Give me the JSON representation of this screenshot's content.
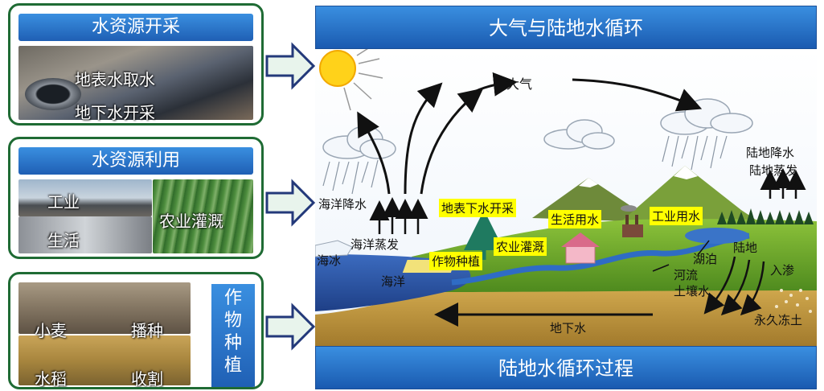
{
  "left_panels": [
    {
      "title": "水资源开采",
      "labels": [
        "地表水取水",
        "地下水开采"
      ]
    },
    {
      "title": "水资源利用",
      "labels": [
        "工业",
        "生活",
        "农业灌溉"
      ]
    },
    {
      "title": "作物种植",
      "labels": [
        "小麦",
        "播种",
        "水稻",
        "收割"
      ]
    }
  ],
  "diagram": {
    "top_title": "大气与陆地水循环",
    "bottom_title": "陆地水循环过程",
    "labels": {
      "atmosphere": "大气",
      "land_precip": "陆地降水",
      "land_evap": "陆地蒸发",
      "ocean_precip": "海洋降水",
      "ocean_evap": "海洋蒸发",
      "sea_ice": "海冰",
      "ocean": "海洋",
      "lake": "湖泊",
      "land": "陆地",
      "infiltration": "入渗",
      "river": "河流",
      "soil_water": "土壤水",
      "groundwater": "地下水",
      "permafrost": "永久冻土"
    },
    "highlights": {
      "extraction": "地表下水开采",
      "domestic": "生活用水",
      "industrial": "工业用水",
      "irrigation": "农业灌溉",
      "crop": "作物种植"
    }
  },
  "colors": {
    "header_blue": "#2a78d0",
    "panel_border": "#1f6b34",
    "highlight_yellow": "#ffff00",
    "ocean": "#2f5fb0",
    "land_green": "#6aa32a",
    "soil": "#b58a3a"
  }
}
